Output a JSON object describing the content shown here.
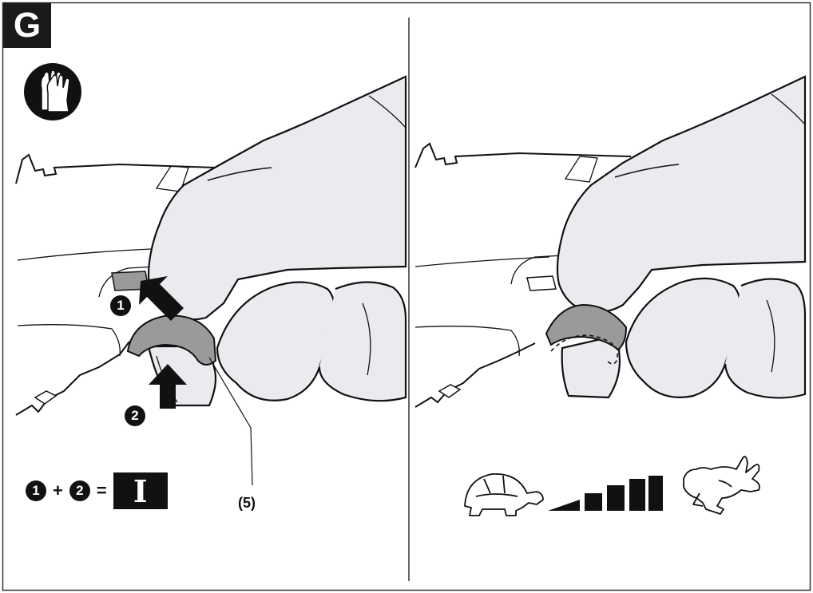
{
  "figure": {
    "panel_letter": "G",
    "callout_part": "(5)",
    "step_one": "1",
    "step_two": "2",
    "equation": {
      "left": "1",
      "plus": "+",
      "right": "2",
      "equals": "=",
      "result_symbol": "I"
    },
    "icons": [
      "gloves-icon",
      "turtle-icon",
      "speed-bars-icon",
      "rabbit-icon"
    ],
    "colors": {
      "ink": "#111111",
      "trigger_gray": "#9a9a9a",
      "glove_fill": "#e9ebee",
      "background": "#ffffff"
    }
  }
}
